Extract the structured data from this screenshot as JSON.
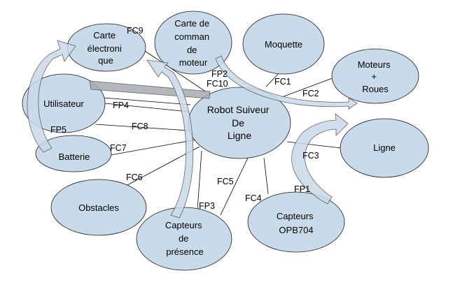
{
  "colors": {
    "node_fill": "#c9daea",
    "node_stroke": "#1a1a1a",
    "arrow_fill": "#c9daea",
    "arrow_dark": "#a8acb1",
    "line": "#000000"
  },
  "nodes": {
    "center": [
      "Robot Suiveur",
      "De",
      "Ligne"
    ],
    "carte_electronique": [
      "Carte",
      "électroni",
      "que"
    ],
    "carte_commande": [
      "Carte de",
      "comman",
      "de",
      "moteur"
    ],
    "moquette": [
      "Moquette"
    ],
    "moteurs_roues": [
      "Moteurs",
      "+",
      "Roues"
    ],
    "ligne": [
      "Ligne"
    ],
    "capteurs_opb": [
      "Capteurs",
      "OPB704"
    ],
    "capteurs_presence": [
      "Capteurs",
      "de",
      "présence"
    ],
    "obstacles": [
      "Obstacles"
    ],
    "batterie": [
      "Batterie"
    ],
    "utilisateur": [
      "Utilisateur"
    ]
  },
  "functions": {
    "fc9": "FC9",
    "fp2": "FP2",
    "fc10": "FC10",
    "fc1": "FC1",
    "fc2": "FC2",
    "fp4": "FP4",
    "fp5": "FP5",
    "fc8": "FC8",
    "fc7": "FC7",
    "fc6": "FC6",
    "fc3": "FC3",
    "fc5": "FC5",
    "fp1": "FP1",
    "fc4": "FC4",
    "fp3": "FP3"
  }
}
